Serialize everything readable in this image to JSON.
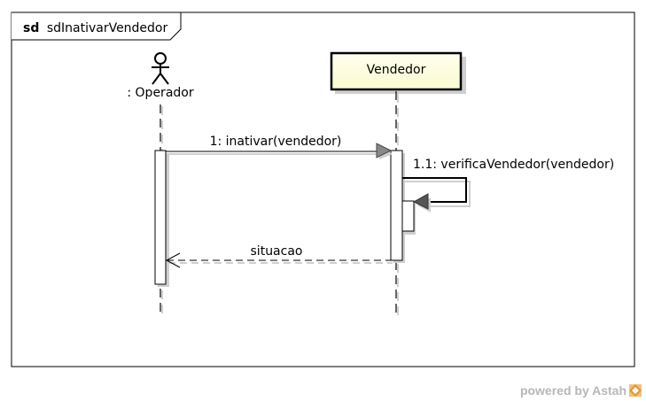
{
  "frame": {
    "keyword": "sd",
    "name": "sdInativarVendedor"
  },
  "actor": {
    "label": ": Operador"
  },
  "lifeline": {
    "label": "Vendedor"
  },
  "messages": [
    {
      "label": "1: inativar(vendedor)"
    },
    {
      "label": "1.1: verificaVendedor(vendedor)"
    },
    {
      "label": "situacao"
    }
  ],
  "footer": {
    "text": "powered by Astah"
  },
  "colors": {
    "lifeline_head_fill": "#ffffdc",
    "arrow_fill": "#888888",
    "shadow": "#cfcfcf"
  }
}
